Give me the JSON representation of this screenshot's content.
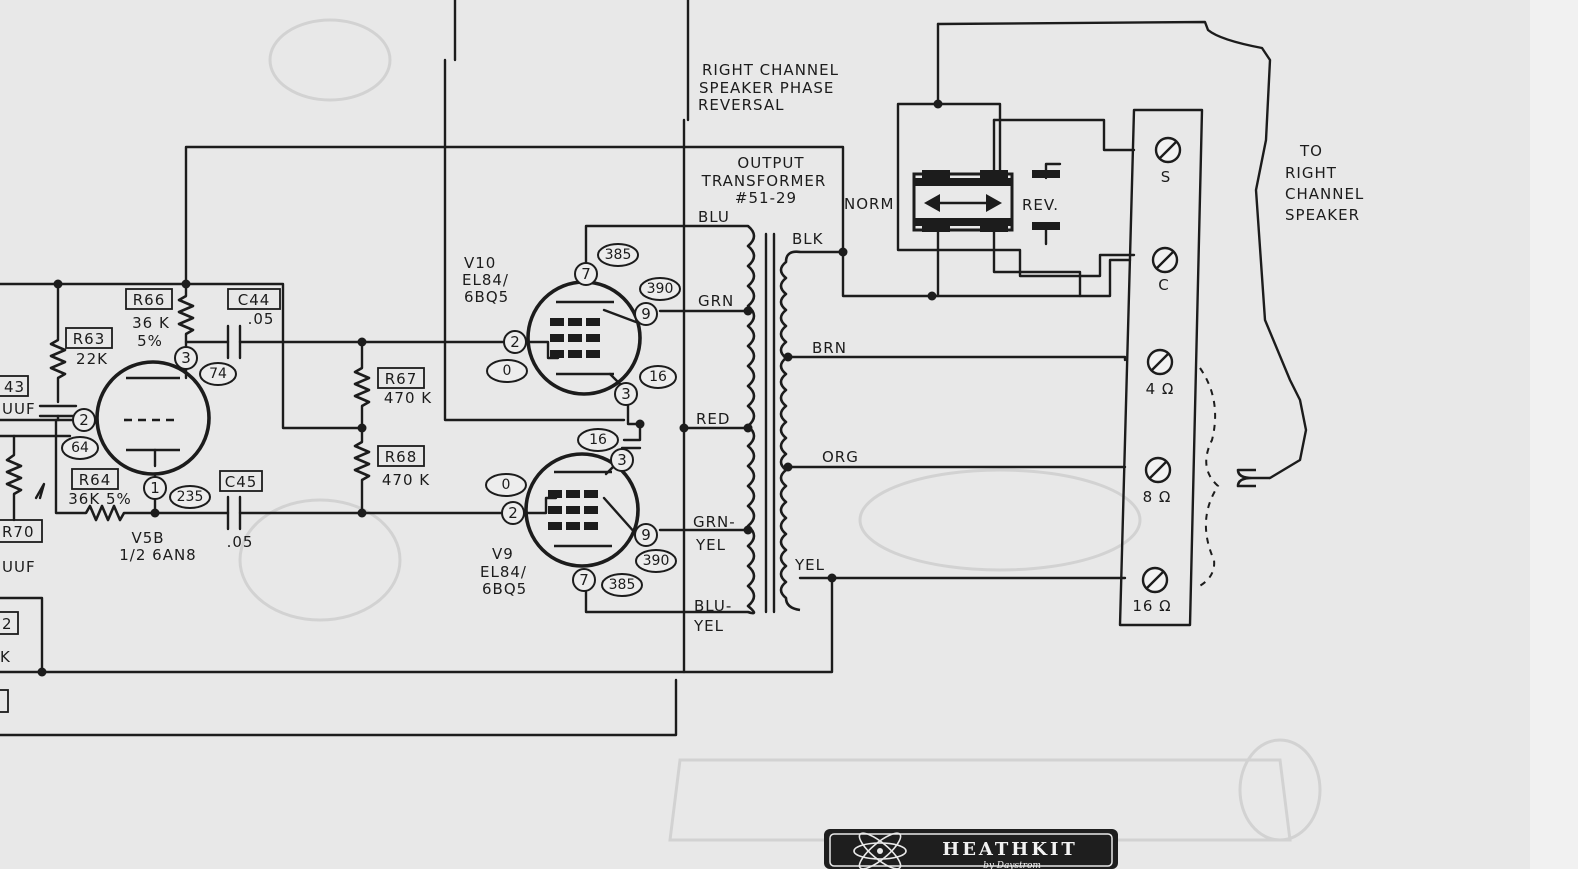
{
  "labels": {
    "reversal": [
      "RIGHT CHANNEL",
      "SPEAKER PHASE",
      "REVERSAL"
    ],
    "transformer": [
      "OUTPUT",
      "TRANSFORMER",
      "#51-29"
    ],
    "speaker": [
      "TO",
      "RIGHT",
      "CHANNEL",
      "SPEAKER"
    ],
    "norm": "NORM",
    "rev": "REV.",
    "tube_v10": [
      "V10",
      "EL84/",
      "6BQ5"
    ],
    "tube_v9": [
      "V9",
      "EL84/",
      "6BQ5"
    ],
    "tube_v5b": [
      "V5B",
      "1/2 6AN8"
    ]
  },
  "components": {
    "r66": {
      "ref": "R66",
      "value": "36 K",
      "tol": "5%"
    },
    "r63": {
      "ref": "R63",
      "value": "22K"
    },
    "r64": {
      "ref": "R64",
      "value": "36K 5%"
    },
    "r67": {
      "ref": "R67",
      "value": "470 K"
    },
    "r68": {
      "ref": "R68",
      "value": "470 K"
    },
    "r70": {
      "ref": "R70"
    },
    "c44": {
      "ref": "C44",
      "value": ".05"
    },
    "c45": {
      "ref": "C45",
      "value": ".05"
    },
    "c43": {
      "ref": "43",
      "value": "UUF"
    },
    "c_left_value": "UUF",
    "left_box_text": "2",
    "left_k": "K"
  },
  "wires": {
    "blu": "BLU",
    "grn": "GRN",
    "red": "RED",
    "grn_yel": [
      "GRN-",
      "YEL"
    ],
    "blu_yel": [
      "BLU-",
      "YEL"
    ],
    "blk": "BLK",
    "brn": "BRN",
    "org": "ORG",
    "yel": "YEL"
  },
  "terminals": {
    "s": "S",
    "c": "C",
    "t4": "4 Ω",
    "t8": "8 Ω",
    "t16": "16 Ω"
  },
  "pins": {
    "v10": {
      "p7": "7",
      "p9": "9",
      "p2": "2",
      "p3": "3"
    },
    "v9": {
      "p3": "3",
      "p2": "2",
      "p9": "9",
      "p7": "7"
    },
    "v5b": {
      "p3": "3",
      "p2": "2",
      "p1": "1"
    }
  },
  "voltages": {
    "v10_p7": "385",
    "v10_p9": "390",
    "v10_p2": "0",
    "v10_p3": "16",
    "v9_p3": "16",
    "v9_p2": "0",
    "v9_p9": "390",
    "v9_p7": "385",
    "v5b_p3": "74",
    "v5b_p2": "64",
    "v5b_p1": "235"
  },
  "logo": {
    "brand": "HEATHKIT",
    "sub": "by Daystrom"
  }
}
